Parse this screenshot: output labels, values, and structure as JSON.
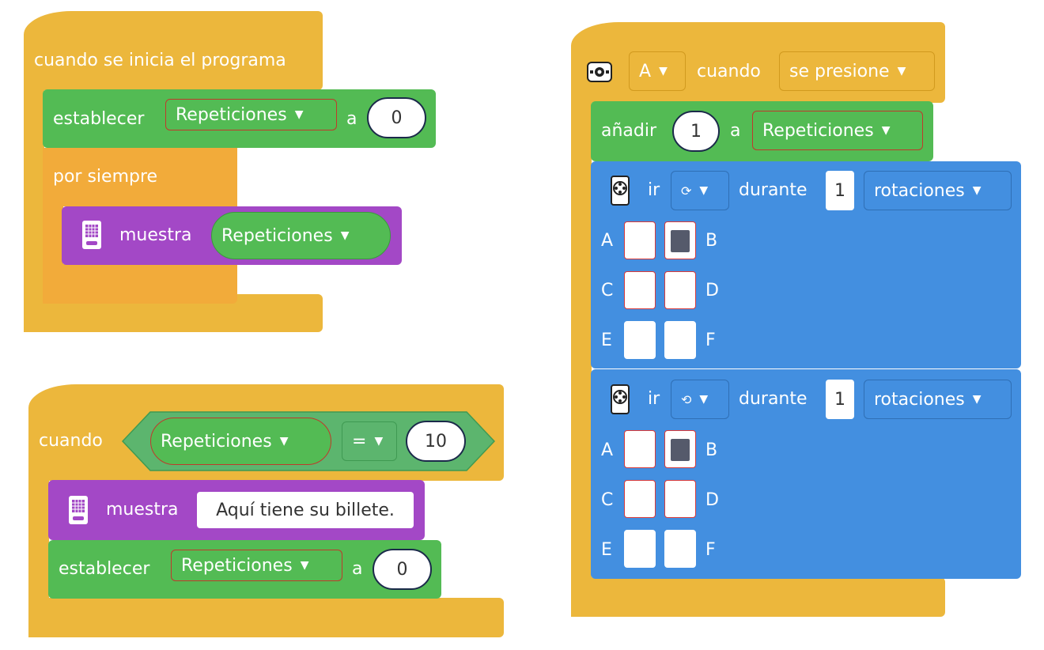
{
  "colors": {
    "events": "#ecb73c",
    "control": "#f2ab3a",
    "variables": "#53bb54",
    "display": "#a348c6",
    "motor": "#438fe0",
    "operator": "#5cb56e"
  },
  "script1": {
    "hat_label": "cuando se inicia el programa",
    "set_label": "establecer",
    "set_variable": "Repeticiones",
    "set_to": "a",
    "set_value": "0",
    "forever_label": "por siempre",
    "show_label": "muestra",
    "show_variable": "Repeticiones"
  },
  "script2": {
    "hat_label": "cuando",
    "cond_variable": "Repeticiones",
    "cond_operator": "=",
    "cond_value": "10",
    "show_label": "muestra",
    "show_text": "Aquí tiene su billete.",
    "set_label": "establecer",
    "set_variable": "Repeticiones",
    "set_to": "a",
    "set_value": "0"
  },
  "script3": {
    "button": "A",
    "when_label": "cuando",
    "event": "se presione",
    "add_label": "añadir",
    "add_value": "1",
    "add_to": "a",
    "add_variable": "Repeticiones",
    "motor1": {
      "go_label": "ir",
      "direction_icon": "rotate-clockwise-icon",
      "for_label": "durante",
      "amount": "1",
      "unit": "rotaciones",
      "ports": [
        "A",
        "B",
        "C",
        "D",
        "E",
        "F"
      ],
      "selected": [
        "B"
      ]
    },
    "motor2": {
      "go_label": "ir",
      "direction_icon": "rotate-counterclockwise-icon",
      "for_label": "durante",
      "amount": "1",
      "unit": "rotaciones",
      "ports": [
        "A",
        "B",
        "C",
        "D",
        "E",
        "F"
      ],
      "selected": [
        "B"
      ]
    }
  }
}
